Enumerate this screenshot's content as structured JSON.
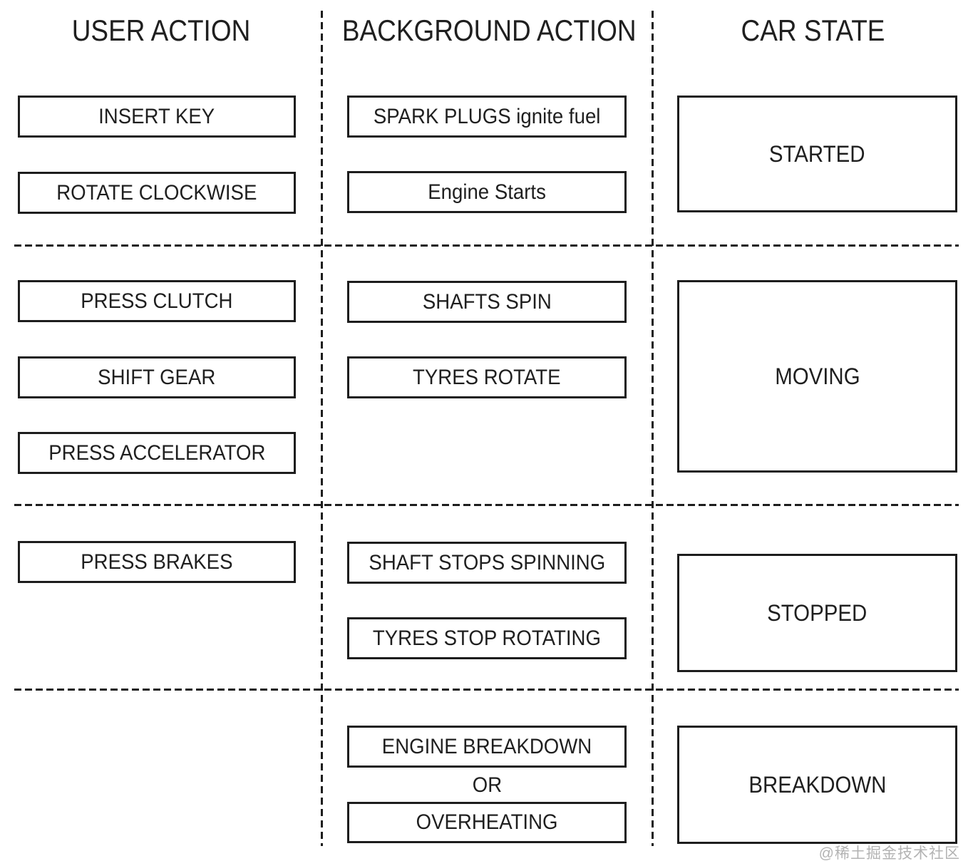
{
  "headers": {
    "user_action": "USER ACTION",
    "background_action": "BACKGROUND ACTION",
    "car_state": "CAR STATE"
  },
  "user_actions": {
    "insert_key": "INSERT KEY",
    "rotate_clockwise": "ROTATE CLOCKWISE",
    "press_clutch": "PRESS CLUTCH",
    "shift_gear": "SHIFT GEAR",
    "press_accelerator": "PRESS ACCELERATOR",
    "press_brakes": "PRESS BRAKES"
  },
  "background_actions": {
    "spark_plugs": "SPARK PLUGS ignite fuel",
    "engine_starts": "Engine Starts",
    "shafts_spin": "SHAFTS SPIN",
    "tyres_rotate": "TYRES ROTATE",
    "shaft_stops_spinning": "SHAFT STOPS SPINNING",
    "tyres_stop_rotating": "TYRES STOP ROTATING",
    "engine_breakdown": "ENGINE BREAKDOWN",
    "or_connector": "OR",
    "overheating": "OVERHEATING"
  },
  "car_states": {
    "started": "STARTED",
    "moving": "MOVING",
    "stopped": "STOPPED",
    "breakdown": "BREAKDOWN"
  },
  "watermark": "@稀土掘金技术社区",
  "colors": {
    "line": "#1d1d1d",
    "text": "#1f1f1f",
    "watermark": "#b3b3b3",
    "background": "#ffffff"
  }
}
